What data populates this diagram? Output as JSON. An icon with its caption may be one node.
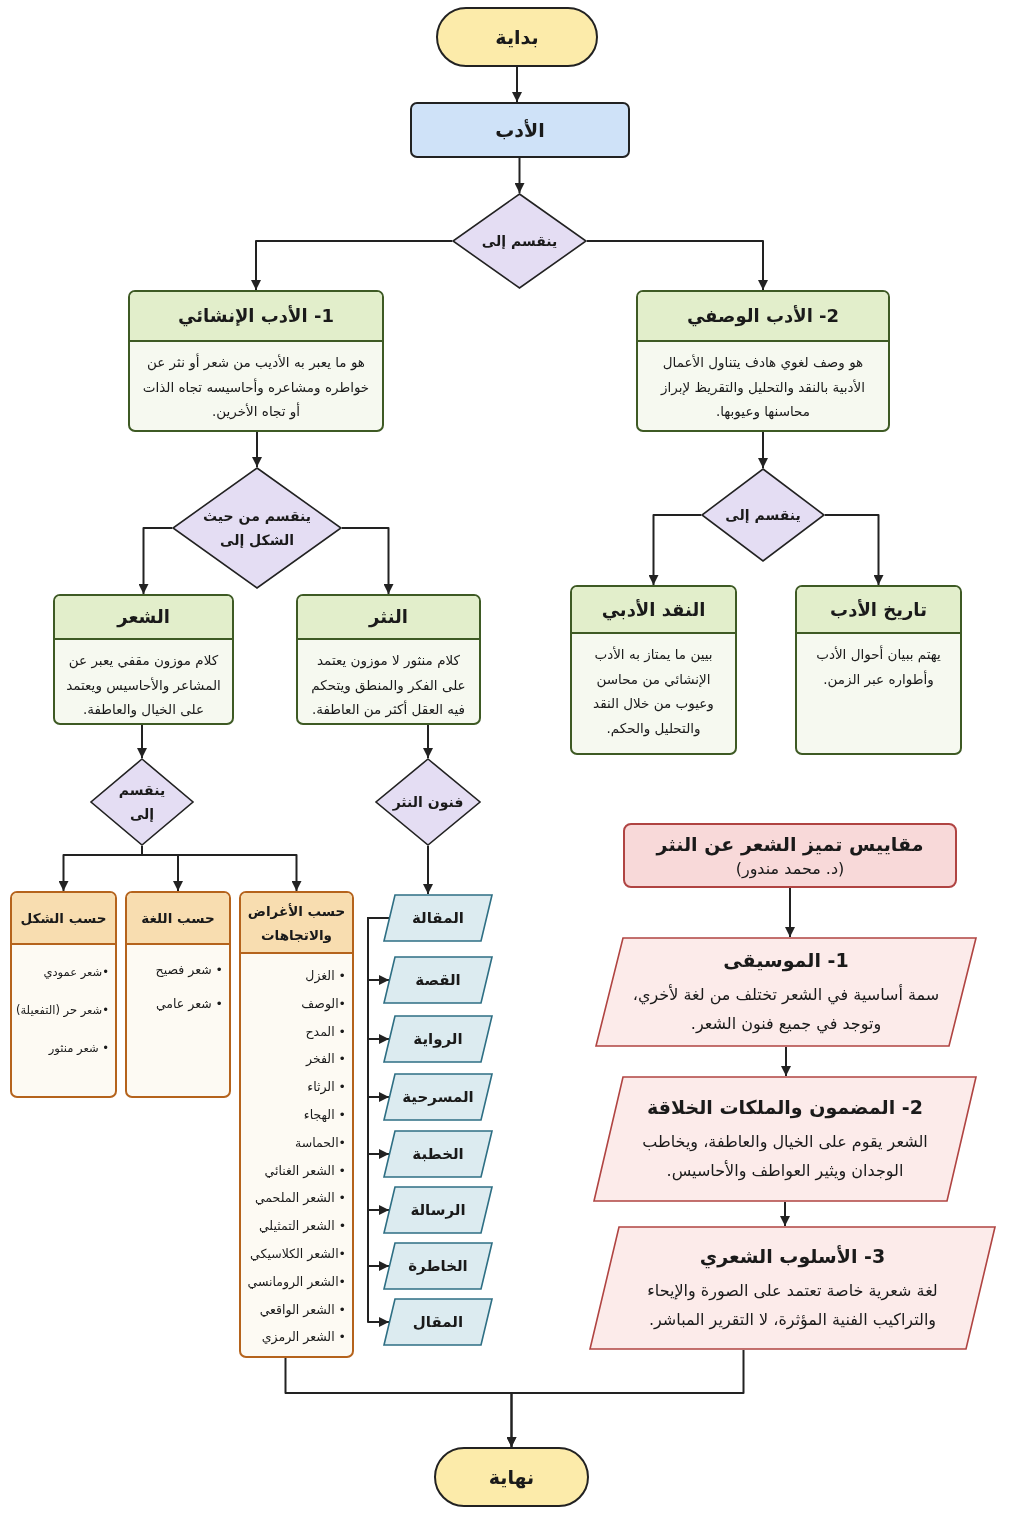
{
  "diagram": {
    "nodes": [
      {
        "text": [
          "بداية"
        ]
      },
      {
        "text": [
          "الأدب"
        ]
      },
      {
        "text": [
          "ينقسم إلى"
        ]
      },
      {
        "text": [
          "1- الأدب الإنشائي",
          "هو ما يعبر به الأديب من شعر أو نثر عن خواطره ومشاعره وأحاسيسه تجاه الذات أو تجاه الأخرين."
        ]
      },
      {
        "text": [
          "2- الأدب الوصفي",
          "هو وصف لغوي هادف يتناول الأعمال الأدبية بالنقد والتحليل والتقريظ لإبراز محاسنها وعيوبها."
        ]
      },
      {
        "text": [
          "ينقسم من حيث الشكل إلى"
        ]
      },
      {
        "text": [
          "ينقسم إلى"
        ]
      },
      {
        "text": [
          "الشعر",
          "كلام موزون مقفي يعبر عن المشاعر والأحاسيس ويعتمد على الخيال والعاطفة."
        ]
      },
      {
        "text": [
          "النثر",
          "كلام منثور لا موزون يعتمد على الفكر والمنطق ويتحكم فيه العقل أكثر من العاطفة."
        ]
      },
      {
        "text": [
          "النقد الأدبي",
          "بيين ما يمتاز به الأدب الإنشائي من محاسن وعيوب من خلال النقد والتحليل والحكم."
        ]
      },
      {
        "text": [
          "تاريخ الأدب",
          "يهتم ببيان أحوال الأدب وأطواره عبر الزمن."
        ]
      },
      {
        "text": [
          "ينقسم إلى"
        ]
      },
      {
        "text": [
          "فنون النثر"
        ]
      },
      {
        "text": [
          "حسب الأغراض والاتجاهات",
          "• الغزل",
          "•الوصف",
          "• المدح",
          "• الفخر",
          "• الرثاء",
          "• الهجاء",
          "•الحماسة",
          "• الشعر الغنائي",
          "• الشعر الملحمي",
          "• الشعر التمثيلي",
          "•الشعر الكلاسيكي",
          "•الشعر الرومانسي",
          "• الشعر الواقعي",
          "• الشعر الرمزي"
        ]
      },
      {
        "text": [
          "حسب اللغة",
          "• شعر فصيح",
          "• شعر عامي"
        ]
      },
      {
        "text": [
          "حسب الشكل",
          "•شعر عمودي",
          "•شعر حر (التفعيلة)",
          "• شعر منثور"
        ]
      },
      {
        "text": [
          "المقالة"
        ]
      },
      {
        "text": [
          "القصة"
        ]
      },
      {
        "text": [
          "الرواية"
        ]
      },
      {
        "text": [
          "المسرحية"
        ]
      },
      {
        "text": [
          "الخطبة"
        ]
      },
      {
        "text": [
          "الرسالة"
        ]
      },
      {
        "text": [
          "الخاطرة"
        ]
      },
      {
        "text": [
          "المقال"
        ]
      },
      {
        "text": [
          "مقاييس تميز الشعر عن النثر",
          "(د. محمد مندور)"
        ]
      },
      {
        "text": [
          "1- الموسيقى",
          "سمة أساسية في الشعر تختلف من لغة لأخري، وتوجد في جميع فنون الشعر."
        ]
      },
      {
        "text": [
          "2- المضمون والملكات الخلاقة",
          "الشعر يقوم على الخيال والعاطفة، ويخاطب الوجدان ويثير العواطف والأحاسيس."
        ]
      },
      {
        "text": [
          "3- الأسلوب الشعري",
          "لغة شعرية خاصة تعتمد على الصورة والإيحاء والتراكيب الفنية المؤثرة، لا التقرير المباشر."
        ]
      },
      {
        "text": [
          "نهاية"
        ]
      }
    ],
    "edges": [
      {
        "from": 0,
        "to": 1,
        "arrow": "to"
      },
      {
        "from": 1,
        "to": 2,
        "arrow": "to"
      },
      {
        "from": 2,
        "to": 3,
        "arrow": "to"
      },
      {
        "from": 2,
        "to": 4,
        "arrow": "to"
      },
      {
        "from": 3,
        "to": 5,
        "arrow": "to"
      },
      {
        "from": 4,
        "to": 6,
        "arrow": "to"
      },
      {
        "from": 5,
        "to": 7,
        "arrow": "to"
      },
      {
        "from": 5,
        "to": 8,
        "arrow": "to"
      },
      {
        "from": 6,
        "to": 9,
        "arrow": "to"
      },
      {
        "from": 6,
        "to": 10,
        "arrow": "to"
      },
      {
        "from": 7,
        "to": 11,
        "arrow": "to"
      },
      {
        "from": 8,
        "to": 12,
        "arrow": "to"
      },
      {
        "from": 11,
        "to": 13,
        "arrow": "to"
      },
      {
        "from": 11,
        "to": 14,
        "arrow": "to"
      },
      {
        "from": 11,
        "to": 15,
        "arrow": "to"
      },
      {
        "from": 12,
        "to": 16,
        "arrow": "to"
      },
      {
        "from": 16,
        "to": 17,
        "arrow": "to"
      },
      {
        "from": 16,
        "to": 18,
        "arrow": "to"
      },
      {
        "from": 16,
        "to": 19,
        "arrow": "to"
      },
      {
        "from": 16,
        "to": 20,
        "arrow": "to"
      },
      {
        "from": 16,
        "to": 21,
        "arrow": "to"
      },
      {
        "from": 16,
        "to": 22,
        "arrow": "to"
      },
      {
        "from": 16,
        "to": 23,
        "arrow": "to"
      },
      {
        "from": 24,
        "to": 25,
        "arrow": "to"
      },
      {
        "from": 25,
        "to": 26,
        "arrow": "to"
      },
      {
        "from": 26,
        "to": 27,
        "arrow": "to"
      },
      {
        "from": 13,
        "to": 28,
        "arrow": "to"
      },
      {
        "from": 27,
        "to": 28,
        "arrow": "to"
      }
    ]
  }
}
